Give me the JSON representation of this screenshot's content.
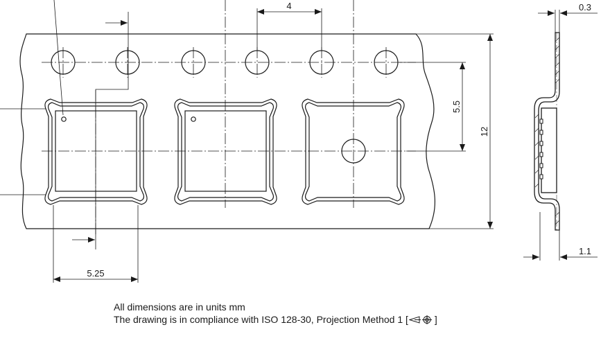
{
  "dimensions": {
    "pitch": "4",
    "cavity_width": "5.25",
    "center_offset": "5.5",
    "tape_width": "12",
    "tape_thickness": "0.3",
    "cavity_depth": "1.1"
  },
  "notes": {
    "units": "All dimensions are in units mm",
    "standard_prefix": "The drawing is in compliance with ISO 128-30, Projection Method 1 [",
    "standard_suffix": "]"
  },
  "icons": {
    "projection": "first-angle-projection-icon"
  }
}
